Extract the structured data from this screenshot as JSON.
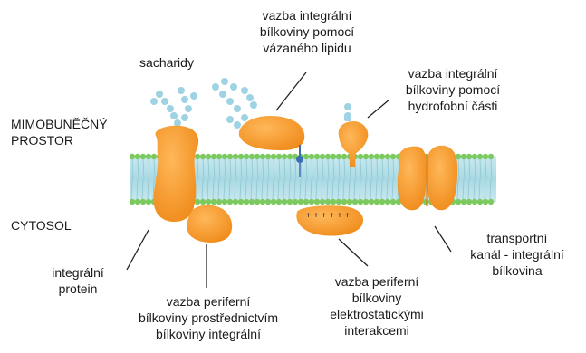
{
  "regions": {
    "outside": [
      "MIMOBUNĚČNÝ",
      "PROSTOR"
    ],
    "inside": "CYTOSOL"
  },
  "labels": {
    "carbohydrates": "sacharidy",
    "lipid_anchored": [
      "vazba integrální",
      "bílkoviny pomocí",
      "vázaného lipidu"
    ],
    "hydrophobic_anchored": [
      "vazba integrální",
      "bílkoviny pomocí",
      "hydrofobní části"
    ],
    "transport_channel": [
      "transportní",
      "kanál - integrální",
      "bílkovina"
    ],
    "integral_protein": [
      "integrální",
      "protein"
    ],
    "peripheral_via_integral": [
      "vazba periferní",
      "bílkoviny prostřednictvím",
      "bílkoviny integrální"
    ],
    "peripheral_electrostatic": [
      "vazba periferní",
      "bílkoviny",
      "elektrostatickými",
      "interakcemi"
    ]
  },
  "charges": "+ + + + + +",
  "colors": {
    "protein": "#f59a2a",
    "protein_dark": "#e07f12",
    "lipid_head": "#7cc95e",
    "lipid_tail": "#b4dfe7",
    "sugar": "#9fd3e3",
    "anchor": "#3a6fb5"
  }
}
